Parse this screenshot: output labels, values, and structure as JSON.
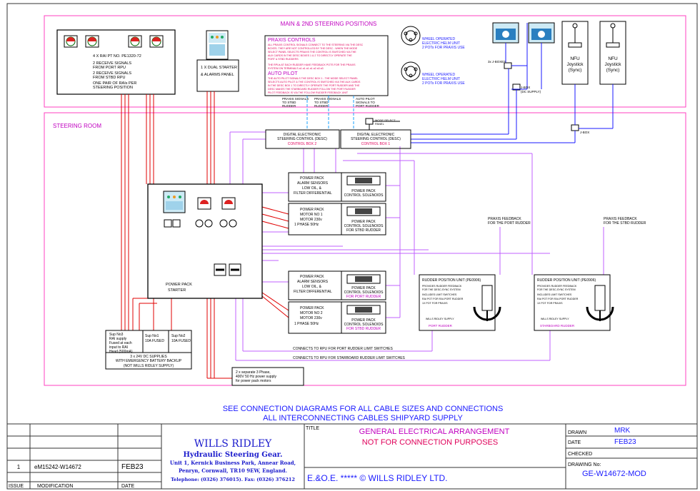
{
  "sections": {
    "top_label": "MAIN & 2ND STEERING POSITIONS",
    "room_label": "STEERING ROOM"
  },
  "rai_panel": {
    "lines": [
      "4 X RAI PT NO. PE1320-72",
      "2 RECEIVE SIGNALS",
      "FROM PORT RPU",
      "2 RECEIVE SIGNALS",
      "FROM STBD RPU",
      "ONE PAIR OF RAIs PER",
      "STEERING POSITION"
    ]
  },
  "alarm_panel": {
    "lines": [
      "1 X DUAL STARTER",
      "& ALARMS PANEL"
    ]
  },
  "praxis_box": {
    "title": "PRAXIS CONTROLS",
    "text1": [
      "ALL PRAXIS CONTROL SIGNALS CONNECT TO THE STEERING VIA THE DESC",
      "BOXES- THEY ARE NOT CONTROLLED BY THE DESC -  WHEN THE MODE",
      "SELECT PANEL  SELECTS PRAXIS THE CONTROL IS SWITCHED VIA THE",
      "AUX CARDS  IN THE DESC BOXES 1 & 2 TO DIRECTLY OPERATE THE",
      "PORT & STBD RUDDERS"
    ],
    "text2": [
      "THE RPUs AT EACH RUDDER HAVE   FEEDBACK POTS FOR THE PRAXIS",
      "SYSTEM  ON TERMINALS a1 a1 a1 a1 a2 a3 a3"
    ],
    "title2": "AUTO PILOT",
    "text3": [
      "THE AUTO PILOT SIGNALS THE DESC BOX 1 - THE MODE SELECT PANEL",
      "SELECTS AUTO PILOT & THE CONTROL IS SWITCHED VIA THE AUX CARDS",
      "IN THE DESC BOX 1 TO DIRECTLY OPERATE THE PORT RUDDER AND THE",
      "DESC MAKES THE STARBOARD RUDDER FOLLOW THE PORT RUDDER",
      "PILOT FEEDBACK IS VIA THE FOLLOW RUDDER FEEDBACK UNIT"
    ]
  },
  "helm_units": [
    {
      "lines": [
        "WHEEL OPERATED",
        "ELECTRIC HELM UNIT",
        "2 POTs FOR PRAXIS USE"
      ]
    },
    {
      "lines": [
        "WHEEL OPERATED",
        "ELECTRIC HELM UNIT",
        "2 POTs FOR PRAXIS USE"
      ]
    }
  ],
  "jbox_labels": {
    "j_boxes": "3x J-BOXES",
    "j_box": "J-BOX",
    "dc_supply": "(DC SUPPLY)",
    "j_box2": "J-BOX",
    "mode_select": "MODE SELECT",
    "panel": "PANEL"
  },
  "joysticks": [
    {
      "lines": [
        "NFU",
        "Joystick",
        "(Sync)"
      ]
    },
    {
      "lines": [
        "NFU",
        "Joystick",
        "(Sync)"
      ]
    }
  ],
  "signal_labels": [
    {
      "lines": [
        "PRAXIS SIGNALS",
        "TO STBD",
        "RUDDER"
      ]
    },
    {
      "lines": [
        "PRAXIS SIGNALS",
        "TO STBD",
        "RUDDER"
      ]
    },
    {
      "lines": [
        "AUTO PILOT",
        "SIGNALS TO",
        "PORT RUDDER"
      ]
    }
  ],
  "desc_boxes": [
    {
      "lines": [
        "DIGITAL ELECTRONIC",
        "STEERING CONTROL (DESC)"
      ],
      "sub": "CONTROL BOX 2"
    },
    {
      "lines": [
        "DIGITAL ELECTRONIC",
        "STEERING CONTROL (DESC)"
      ],
      "sub": "CONTROL BOX 1"
    }
  ],
  "power_packs": [
    {
      "left": [
        "POWER PACK",
        "ALARM SENSORS",
        "LOW OIL, &",
        "FILTER DIFFERENTIAL"
      ],
      "right": [
        "POWER PACK",
        "CONTROL SOLENOIDS"
      ],
      "right_sub": ""
    },
    {
      "left": [
        "POWER PACK",
        "MOTOR NO 1",
        "MOTOR 230v",
        "1 PHASE 50Hz"
      ],
      "right": [
        "POWER PACK",
        "CONTROL SOLENOIDS"
      ],
      "right_sub": "FOR STBD RUDDER"
    },
    {
      "left": [
        "POWER PACK",
        "ALARM SENSORS",
        "LOW OIL, &",
        "FILTER DIFFERENTIAL"
      ],
      "right": [
        "POWER PACK",
        "CONTROL SOLENOIDS"
      ],
      "right_sub": "FOR PORT RUDDER"
    },
    {
      "left": [
        "POWER PACK",
        "MOTOR NO 2",
        "MOTOR 230v",
        "1 PHASE 50Hz"
      ],
      "right": [
        "POWER PACK",
        "CONTROL SOLENOIDS"
      ],
      "right_sub": "FOR STBD RUDDER"
    }
  ],
  "starter": {
    "label1": "POWER PACK",
    "label2": "STARTER"
  },
  "supplies": {
    "sup3": [
      "Sup No3",
      "RAI supply",
      "Fused at each",
      "input to RAI",
      "Head (500mA)"
    ],
    "sup1": [
      "Sup No1",
      "10A FUSED"
    ],
    "sup2": [
      "Sup No2",
      "10A FUSED"
    ],
    "dc": [
      "3 x  24V DC SUPPLIES",
      "WITH EMERGENCY BATTERY BACKUP",
      "(NOT WILLS RIDLEY SUPPLY)"
    ]
  },
  "three_phase": [
    "2 x separate 3 Phase,",
    "400V 50 Hz power supply",
    "for power pack motors"
  ],
  "feedback": {
    "port": [
      "PRAXIS FEEDBACK",
      "FOR THE PORT RUDDER"
    ],
    "stbd": [
      "PRAXIS FEEDBACK",
      "FOR THE STBD RUDDER"
    ]
  },
  "rpu": [
    {
      "title": "RUDDER POSITION UNIT (PE0906)",
      "lines": [
        "PROVIDES RUDDER FEEDBACK",
        "FOR THE DESC-SYNC SYSTEM",
        "INCLUDES LIMIT SWITCHES",
        "RAI POT FOR RAI-PORT RUDDER",
        "1X POT FOR PRAXIS"
      ],
      "maker": "WILLS RIDLEY SUPPLY",
      "name": "PORT RUDDER"
    },
    {
      "title": "RUDDER POSITION UNIT (PE0906)",
      "lines": [
        "PROVIDES RUDDER FEEDBACK",
        "FOR THE DESC-SYNC SYSTEM",
        "INCLUDES LIMIT SWITCHES",
        "RAI POT FOR RAI-PORT RUDDER",
        "1X POT FOR PRAXIS"
      ],
      "maker": "WILLS RIDLEY SUPPLY",
      "name": "STARBOARD RUDDER"
    }
  ],
  "connects": [
    "CONNECTS TO RPU FOR PORT RUDDER LIMIT SWITCHES",
    "CONNECTS TO RPU FOR STARBOARD RUDDER LIMIT SWITCHES"
  ],
  "notes": [
    "SEE CONNECTION DIAGRAMS FOR ALL CABLE SIZES AND CONNECTIONS",
    "ALL INTERCONNECTING CABLES SHIPYARD SUPPLY"
  ],
  "title_block": {
    "company": "WILLS RIDLEY",
    "subtitle": "Hydraulic Steering Gear.",
    "address1": "Unit 1, Kernick Business Park, Annear Road,",
    "address2": "Penryn, Cornwall, TR10 9EW, England.",
    "phone": "Telephone: (0326) 376015). Fax: (0326) 376212",
    "title_label": "TITLE",
    "title1": "GENERAL ELECTRICAL ARRANGEMENT",
    "title2": "NOT FOR CONNECTION PURPOSES",
    "eoe": "E.&O.E.  *****  © WILLS RIDLEY LTD.",
    "drawn_label": "DRAWN",
    "drawn": "MRK",
    "date_label": "DATE",
    "date": "FEB23",
    "checked_label": "CHECKED",
    "drawing_label": "DRAWING No:",
    "drawing": "GE-W14672-MOD",
    "issue_label": "ISSUE",
    "mod_label": "MODIFICATION",
    "date_col_label": "DATE",
    "issue": "1",
    "modification": "eM15242-W14672",
    "mod_date": "FEB23"
  }
}
